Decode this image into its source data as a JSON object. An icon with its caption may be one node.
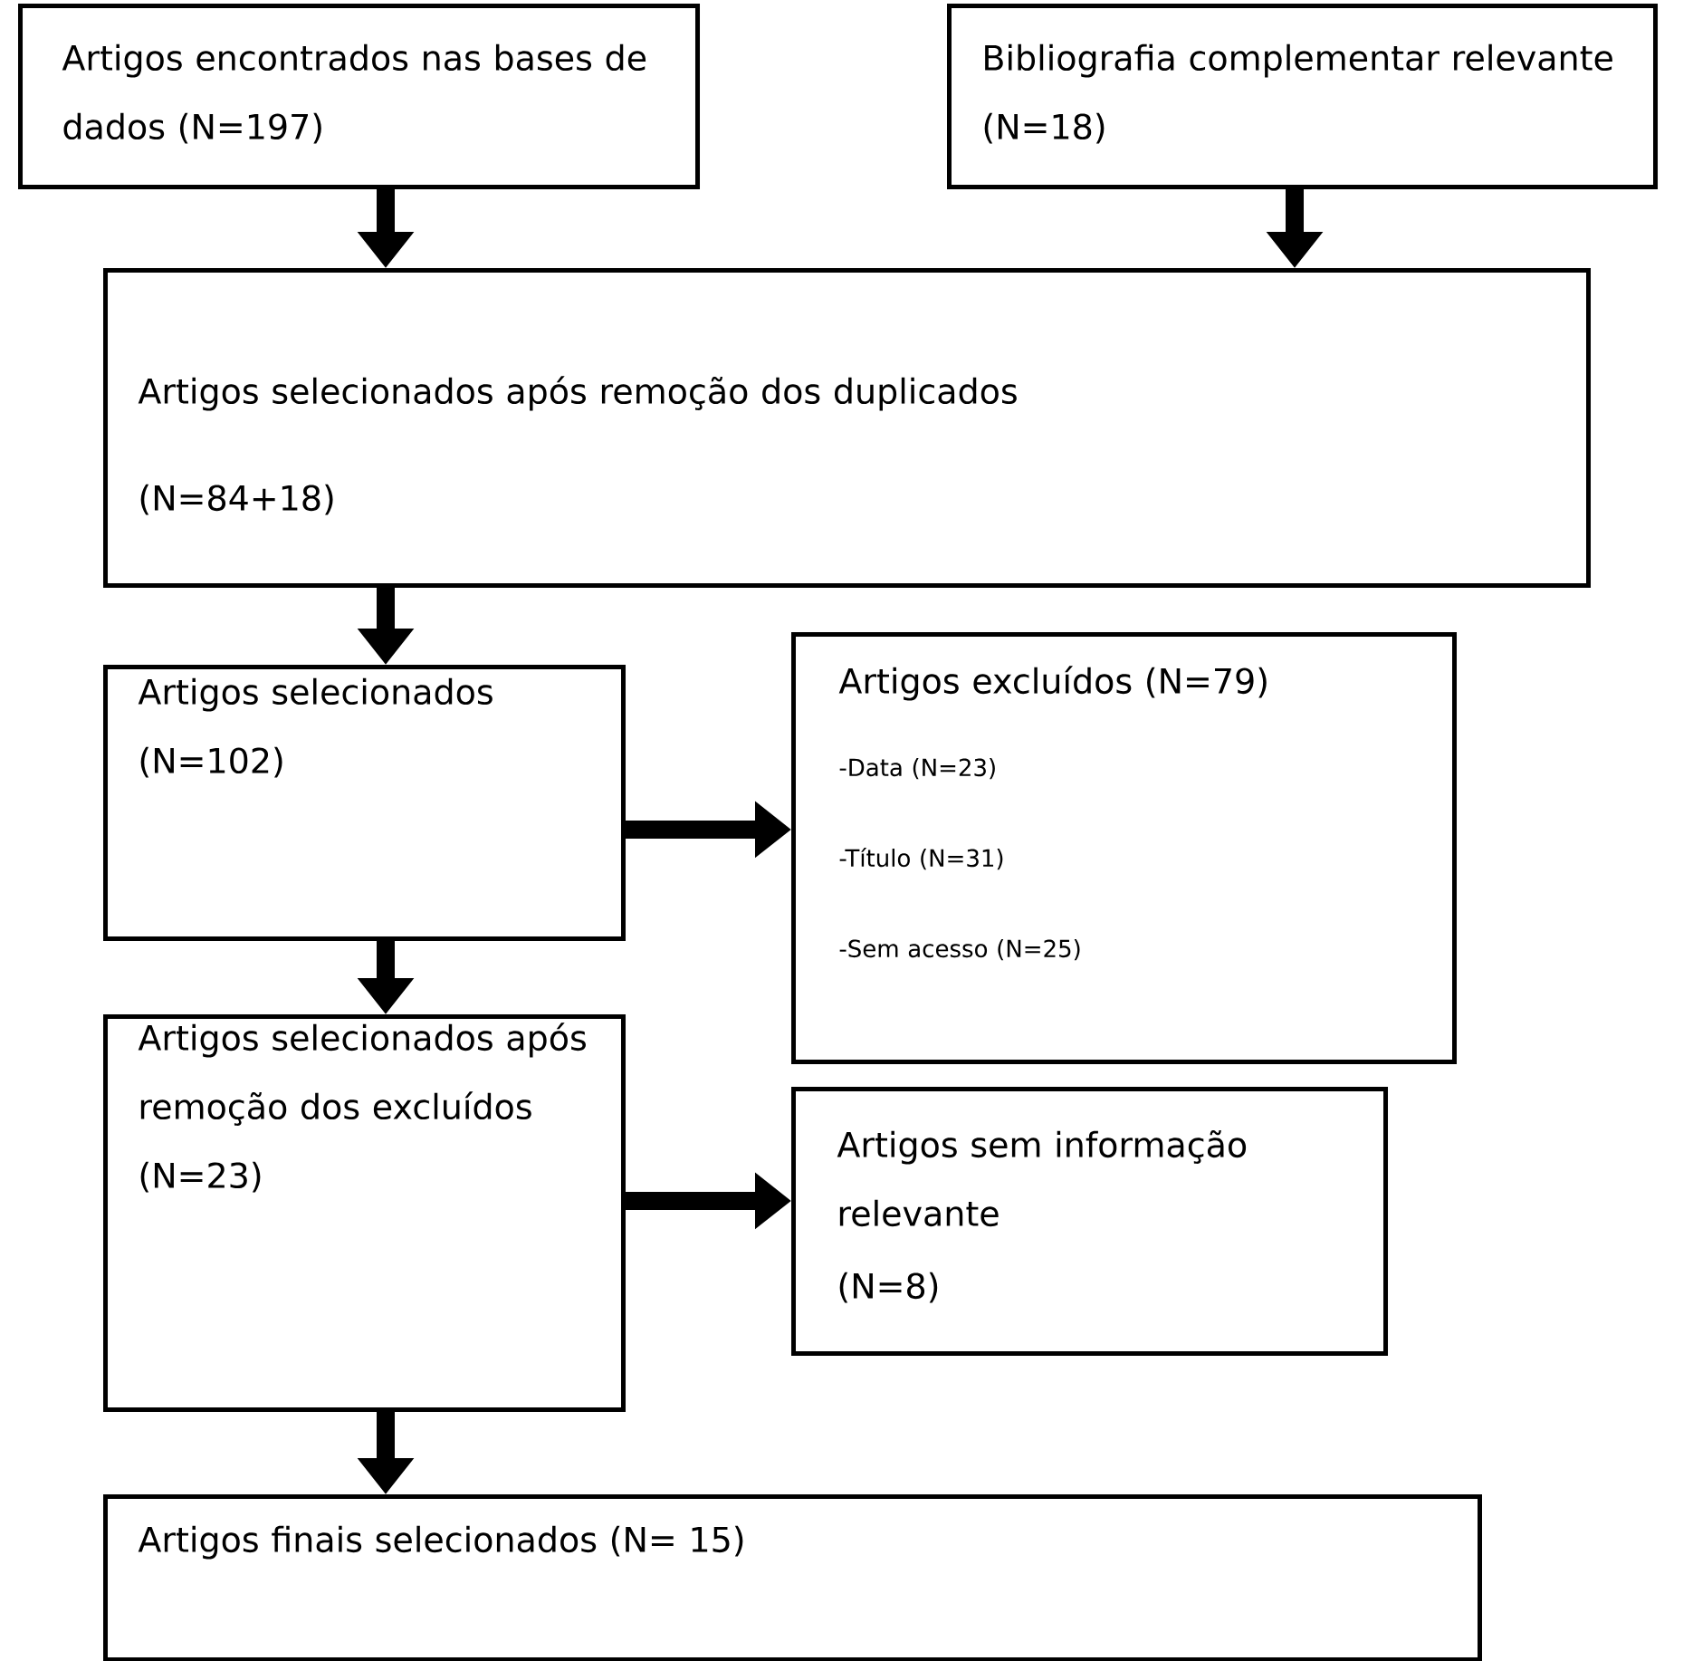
{
  "diagram": {
    "nodes": [
      {
        "text": [
          "Artigos encontrados nas bases de dados (N=197)"
        ]
      },
      {
        "text": [
          "Bibliografia complementar relevante (N=18)"
        ]
      },
      {
        "text": [
          "Artigos selecionados após remoção dos duplicados",
          "(N=84+18)"
        ]
      },
      {
        "text": [
          "Artigos selecionados (N=102)"
        ]
      },
      {
        "text": [
          "Artigos excluídos (N=79)",
          "-Data (N=23)",
          "-Título (N=31)",
          "-Sem acesso (N=25)"
        ]
      },
      {
        "text": [
          "Artigos selecionados após remoção dos excluídos (N=23)"
        ]
      },
      {
        "text": [
          "Artigos sem informação relevante",
          "(N=8)"
        ]
      },
      {
        "text": [
          "Artigos finais selecionados (N= 15)"
        ]
      }
    ],
    "edges": [
      {
        "from": 0,
        "to": 2,
        "arrow": "to"
      },
      {
        "from": 1,
        "to": 2,
        "arrow": "to"
      },
      {
        "from": 2,
        "to": 3,
        "arrow": "to"
      },
      {
        "from": 3,
        "to": 4,
        "arrow": "to"
      },
      {
        "from": 3,
        "to": 5,
        "arrow": "to"
      },
      {
        "from": 5,
        "to": 6,
        "arrow": "to"
      },
      {
        "from": 5,
        "to": 7,
        "arrow": "to"
      }
    ]
  }
}
